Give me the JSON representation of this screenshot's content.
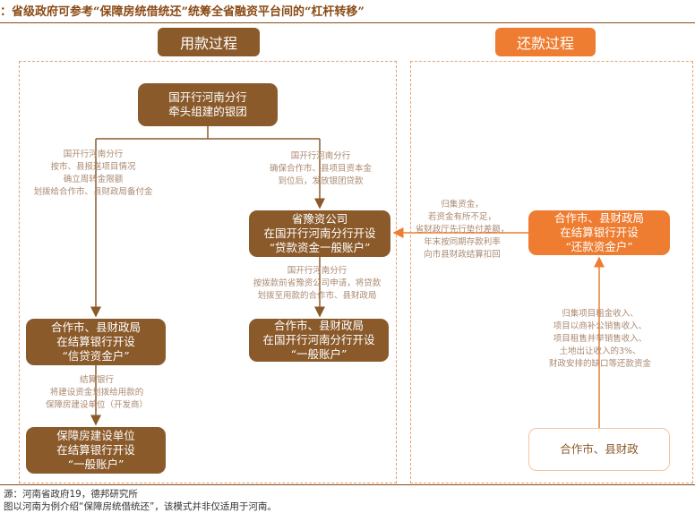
{
  "header": {
    "title": "：省级政府可参考“保障房统借统还”统筹全省融资平台间的“杠杆转移”"
  },
  "sections": {
    "use_label": "用款过程",
    "repay_label": "还款过程"
  },
  "boxes": {
    "bank": [
      "国开行河南分行",
      "牵头组建的银团"
    ],
    "provincial": [
      "省豫资公司",
      "在国开行河南分行开设",
      "“贷款资金一般账户”"
    ],
    "credit": [
      "合作市、县财政局",
      "在结算银行开设",
      "“信贷资金户”"
    ],
    "general": [
      "合作市、县财政局",
      "在国开行河南分行开设",
      "“一般账户”"
    ],
    "housing": [
      "保障房建设单位",
      "在结算银行开设",
      "“一般账户”"
    ],
    "repay": [
      "合作市、县财政局",
      "在结算银行开设",
      "“还款资金户”"
    ],
    "county": [
      "合作市、县财政"
    ]
  },
  "notes": {
    "left": [
      "国开行河南分行",
      "按市、县报送项目情况",
      "确立周转金限额",
      "划拨给合作市、县财政局备付金"
    ],
    "right": [
      "国开行河南分行",
      "确保合作市、县项目资本金",
      "到位后，发放银团贷款"
    ],
    "mid": [
      "国开行河南分行",
      "按拨款前省豫资公司申请，将贷款",
      "划拨至用款的合作市、县财政局"
    ],
    "bank": [
      "结算银行",
      "将建设资金划拨给用款的",
      "保障房建设单位（开发商）"
    ],
    "collect": [
      "归集资金，",
      "若资金有所不足，",
      "省财政厅先行垫付差额，",
      "年末按同期存款利率",
      "向市县财政结算扣回"
    ],
    "repay": [
      "归集项目租金收入、",
      "项目以商补公销售收入、",
      "项目租售并举销售收入、",
      "土地出让收入的3%、",
      "财政安排的缺口等还款资金"
    ]
  },
  "footer": {
    "source": "源：河南省政府19，德邦研究所",
    "note": "图以河南为例介绍“保障房统借统还”，该模式并非仅适用于河南。"
  },
  "colors": {
    "brown": "#8b5a2b",
    "orange": "#ee7d31",
    "note_text": "#aa8a72",
    "header_text": "#8a4b16"
  }
}
